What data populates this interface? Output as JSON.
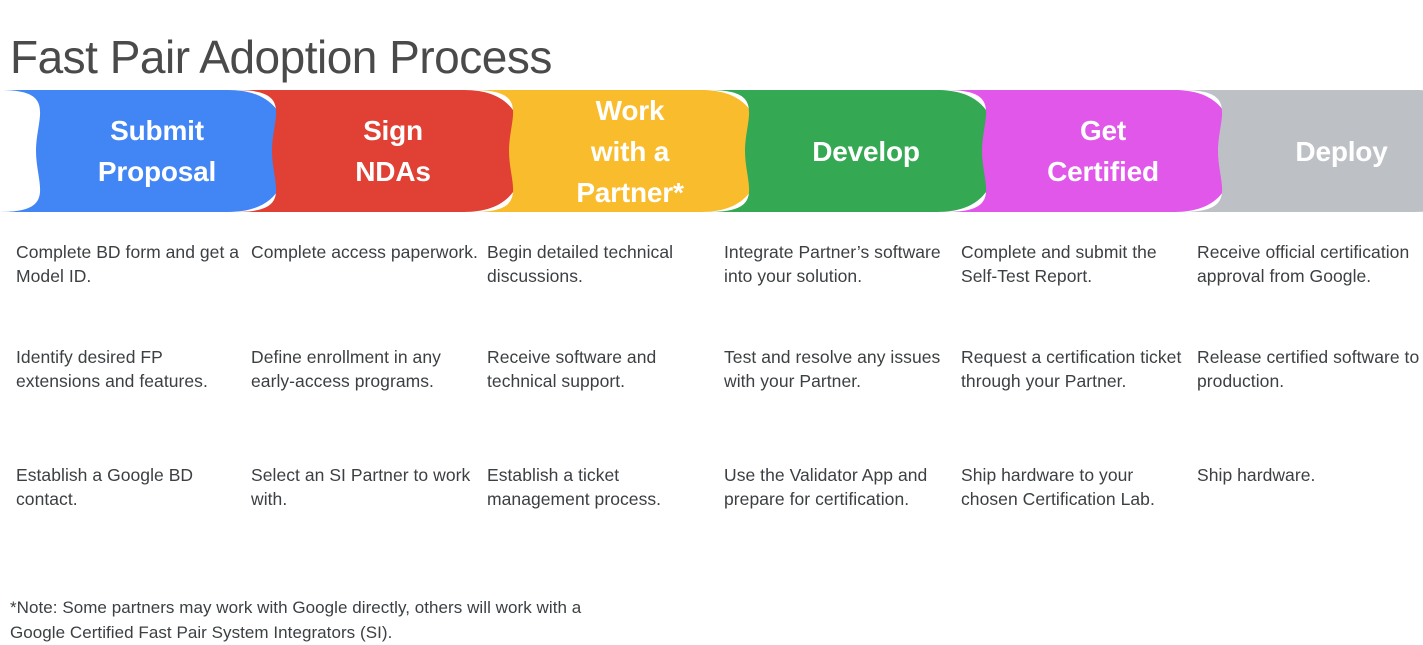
{
  "title": "Fast Pair Adoption Process",
  "colors": {
    "blue": "#4285F4",
    "red": "#E04134",
    "yellow": "#F9BC2C",
    "green": "#35A853",
    "magenta": "#E057EA",
    "gray": "#BDC1C6",
    "text": "#3c4043",
    "title": "#4a4a4a",
    "banner_label": "#ffffff"
  },
  "stages": [
    {
      "id": "submit-proposal",
      "label": "Submit\nProposal",
      "color": "#4285F4",
      "steps": [
        "Complete BD form and get a Model ID.",
        "Identify desired FP extensions and features.",
        "Establish a Google BD contact."
      ]
    },
    {
      "id": "sign-ndas",
      "label": "Sign\nNDAs",
      "color": "#E04134",
      "steps": [
        "Complete access paperwork.",
        "Define enrollment in any early-access programs.",
        "Select an SI Partner to work with."
      ]
    },
    {
      "id": "work-with-a-partner",
      "label": "Work\nwith a\nPartner*",
      "color": "#F9BC2C",
      "steps": [
        "Begin detailed technical discussions.",
        "Receive software and technical support.",
        "Establish a ticket management process."
      ]
    },
    {
      "id": "develop",
      "label": "Develop",
      "color": "#35A853",
      "steps": [
        "Integrate Partner’s software into your solution.",
        "Test and resolve any issues with your Partner.",
        "Use the Validator App and prepare for certification."
      ]
    },
    {
      "id": "get-certified",
      "label": "Get\nCertified",
      "color": "#E057EA",
      "steps": [
        "Complete and submit the Self-Test Report.",
        "Request a certification ticket through your Partner.",
        "Ship hardware to your chosen Certification Lab."
      ]
    },
    {
      "id": "deploy",
      "label": "Deploy",
      "color": "#BDC1C6",
      "steps": [
        "Receive official certification approval from Google.",
        "Release certified software to production.",
        "Ship hardware."
      ]
    }
  ],
  "footnote": "*Note: Some partners may work with Google directly, others will work with a\nGoogle Certified Fast Pair System Integrators (SI)."
}
